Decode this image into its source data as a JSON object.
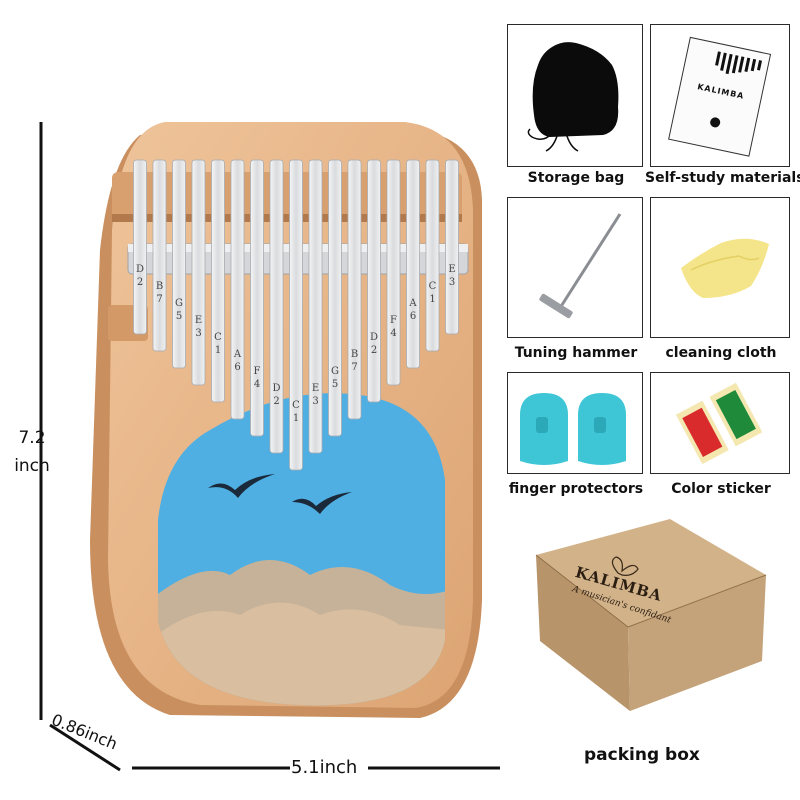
{
  "dimensions": {
    "height_value": "7.2",
    "height_unit": "inch",
    "depth": "0.86inch",
    "width": "5.1inch"
  },
  "kalimba": {
    "key_labels": [
      "D2",
      "B7",
      "G5",
      "E3",
      "C1",
      "A6",
      "F4",
      "D2",
      "C1",
      "E3",
      "G5",
      "B7",
      "D2",
      "F4",
      "A6",
      "C1",
      "E3"
    ]
  },
  "accessories": [
    {
      "label": "Storage bag"
    },
    {
      "label": "Self-study materials",
      "booklet_title": "KALIMBA"
    },
    {
      "label": "Tuning hammer"
    },
    {
      "label": "cleaning cloth"
    },
    {
      "label": "finger protectors"
    },
    {
      "label": "Color sticker"
    }
  ],
  "packing_box": {
    "brand": "KALIMBA",
    "tagline": "A musician's confidant",
    "label": "packing box"
  },
  "colors": {
    "wood": "#E7B68A",
    "wood_dark": "#C98F5E",
    "resin_blue": "#4FAFE3",
    "tine": "#E2E4E6",
    "protector": "#3FC6D6",
    "box": "#C9A77C"
  }
}
